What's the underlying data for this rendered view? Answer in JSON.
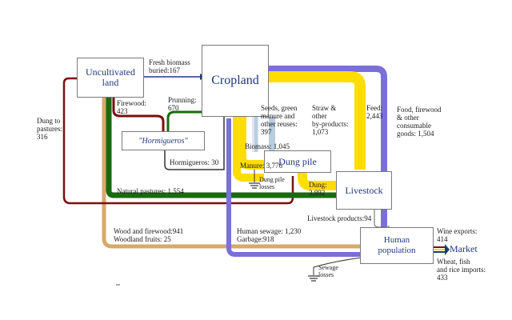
{
  "colors": {
    "biomass": "#ffdd00",
    "dung": "#7a0f0f",
    "pasture": "#1a6a10",
    "woodland": "#d9a96a",
    "human": "#7b6fd8",
    "straw": "#b8cde0",
    "box_text": "#1f3a7a"
  },
  "nodes": {
    "uncultivated": "Uncultivated\nland",
    "cropland": "Cropland",
    "hormigueros": "\"Hormigueros\"",
    "dungpile": "Dung pile",
    "livestock": "Livestock",
    "human": "Human\npopulation",
    "market": "Market"
  },
  "flows": {
    "fresh_biomass": "Fresh biomass\nburied:167",
    "firewood": "Firewood:\n423",
    "prunning": "Prunning:\n670",
    "dung_pastures": "Dung to\npastures:\n316",
    "seeds": "Seeds, green\nmanure and\nother reuses:\n397",
    "straw": "Straw &\nother\nby-products:\n1,073",
    "feed": "Feed:\n2,443",
    "food": "Food, firewood\n& other\nconsumable\ngoods: 1,504",
    "biomass": "Biomass: 1,045",
    "manure": "Manure: 3,776",
    "dung": "Dung:\n3,892",
    "dungpile_losses": "Dung pile\nlosses",
    "hormigueros_flow": "Hormigueros: 30",
    "natural_pastures": "Natural pastures: 1,554",
    "livestock_products": "Livestock products:94",
    "wood": "Wood and firewood:941\nWoodland fruits: 25",
    "sewage": "Human sewage: 1,230\nGarbage:918",
    "sewage_losses": "Sewage\nlosses",
    "wine": "Wine exports:\n414",
    "imports": "Wheat, fish\nand rice imports:\n433"
  }
}
